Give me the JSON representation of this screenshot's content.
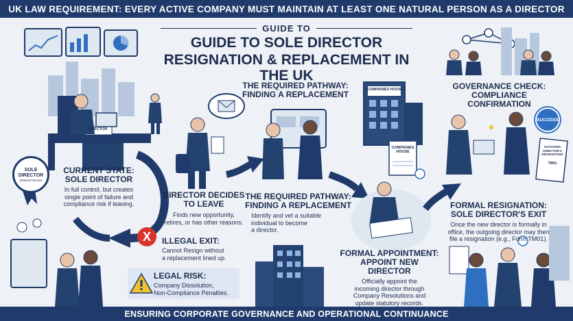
{
  "header": {
    "banner": "UK LAW REQUIREMENT: EVERY ACTIVE COMPANY MUST MAINTAIN AT LEAST ONE NATURAL PERSON AS A DIRECTOR"
  },
  "title": {
    "kicker": "GUIDE TO",
    "line1": "GUIDE TO SOLE DIRECTOR",
    "line2": "RESIGNATION & REPLACEMENT IN THE UK"
  },
  "badge": {
    "line1": "SOLE",
    "line2": "DIRECTOR",
    "line3": "(Natural Person)"
  },
  "desk_sign": "DIRECTOR",
  "current_state": {
    "heading_1": "CURRENT STATE:",
    "heading_2": "SOLE DIRECTOR",
    "body": [
      "In full control, but creates",
      "single point of failure and",
      "compliance risk if leaving."
    ]
  },
  "decides": {
    "heading_1": "DIRECTOR DECIDES",
    "heading_2": "TO LEAVE",
    "body": [
      "Finds new opportunity,",
      "retires, or has other reasons."
    ]
  },
  "pathway_top": {
    "heading_1": "THE REQUIRED PATHWAY:",
    "heading_2": "FINDING A REPLACEMENT"
  },
  "pathway_mid": {
    "heading_1": "THE REQUIRED PATHWAY:",
    "heading_2": "FINDING A REPLACEMENT",
    "body": [
      "Identify and vet a suitable",
      "individual to become",
      "a director."
    ]
  },
  "companies_house_sign": "COMPANIES HOUSE",
  "companies_house_doc": {
    "line1": "COMPANIES",
    "line2": "HOUSE"
  },
  "governance": {
    "heading_1": "GOVERNANCE CHECK:",
    "heading_2": "COMPLIANCE CONFIRMATION"
  },
  "success_badge": "SUCCESS",
  "form_doc": {
    "line1": "OUTGOING",
    "line2": "DIRECTOR'S",
    "line3": "RESIGNATION",
    "line4": "TM01"
  },
  "resignation": {
    "heading_1": "FORMAL RESIGNATION:",
    "heading_2": "SOLE DIRECTOR'S EXIT",
    "body": [
      "Once the new director is formally in",
      "office, the outgoing director may then",
      "file a resignation (e.g., Form TM01)."
    ]
  },
  "illegal": {
    "icon": "X",
    "heading": "ILLEGAL EXIT:",
    "body": [
      "Cannot Resign without",
      "a replacement lined up."
    ]
  },
  "legal_risk": {
    "heading": "LEGAL RISK:",
    "body": [
      "Company Dissolution,",
      "Non-Compliance Penalties."
    ]
  },
  "appointment": {
    "heading_1": "FORMAL APPOINTMENT:",
    "heading_2": "APPOINT NEW DIRECTOR",
    "body": [
      "Officially appoint the",
      "incoming director through",
      "Company Resolutions and",
      "update statutory records."
    ]
  },
  "footer": {
    "banner": "ENSURING CORPORATE GOVERNANCE AND OPERATIONAL CONTINUANCE"
  },
  "colors": {
    "navy": "#1f3a6b",
    "dark_text": "#1d2b4f",
    "error_red": "#d8342c",
    "accent_blue": "#2f6fc0",
    "warning_yellow": "#f2c12e"
  }
}
